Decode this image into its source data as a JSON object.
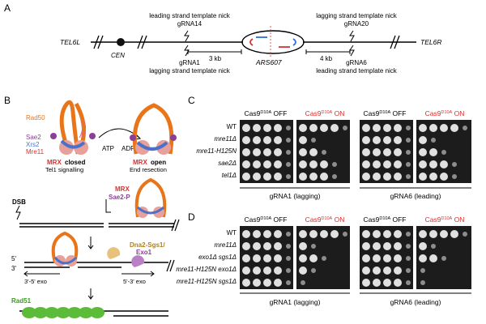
{
  "panelA": {
    "label": "A",
    "tel_left": "TEL6L",
    "tel_right": "TEL6R",
    "cen": "CEN",
    "ars": "ARS607",
    "gRNA14": "gRNA14",
    "gRNA14_desc": "leading strand template nick",
    "gRNA1": "gRNA1",
    "gRNA1_desc": "lagging strand template nick",
    "gRNA20": "gRNA20",
    "gRNA20_desc": "lagging strand template nick",
    "gRNA6": "gRNA6",
    "gRNA6_desc": "leading strand template nick",
    "dist_left": "3 kb",
    "dist_right": "4 kb",
    "colors": {
      "fork_red": "#d7312f",
      "fork_blue": "#2f6fd0"
    }
  },
  "panelB": {
    "label": "B",
    "rad50": "Rad50",
    "sae2": "Sae2",
    "xrs2": "Xrs2",
    "mre11": "Mre11",
    "mrx": "MRX",
    "closed": "closed",
    "closed_sub": "Tel1 signalling",
    "open": "open",
    "open_sub": "End resection",
    "atp": "ATP",
    "adp": "ADP",
    "dsb": "DSB",
    "sae2p": "Sae2-P",
    "dna2": "Dna2-Sgs1/",
    "exo1": "Exo1",
    "five": "5'",
    "three": "3'",
    "exo35": "3'-5' exo",
    "exo53": "5'-3' exo",
    "rad51": "Rad51",
    "colors": {
      "rad50": "#e8751a",
      "mre11": "#e8a09a",
      "xrs2": "#4b71c9",
      "sae2": "#8a3f96",
      "rad51": "#5cbc3a",
      "dna2": "#e7c27a",
      "exo1": "#b980c6"
    }
  },
  "panelC": {
    "label": "C",
    "off_prefix": "Cas9",
    "off_sup": "D10A",
    "off_suffix": " OFF",
    "on_suffix": " ON",
    "strains": [
      "WT",
      "mre11Δ",
      "mre11-H125N",
      "sae2Δ",
      "tel1Δ"
    ],
    "guide_left": "gRNA1 (lagging)",
    "guide_right": "gRNA6 (leading)",
    "on_color": "#d7312f"
  },
  "panelD": {
    "label": "D",
    "strains": [
      "WT",
      "mre11Δ",
      "exo1Δ sgs1Δ",
      "mre11-H125N exo1Δ",
      "mre11-H125N sgs1Δ"
    ],
    "guide_left": "gRNA1 (lagging)",
    "guide_right": "gRNA6 (leading)"
  }
}
